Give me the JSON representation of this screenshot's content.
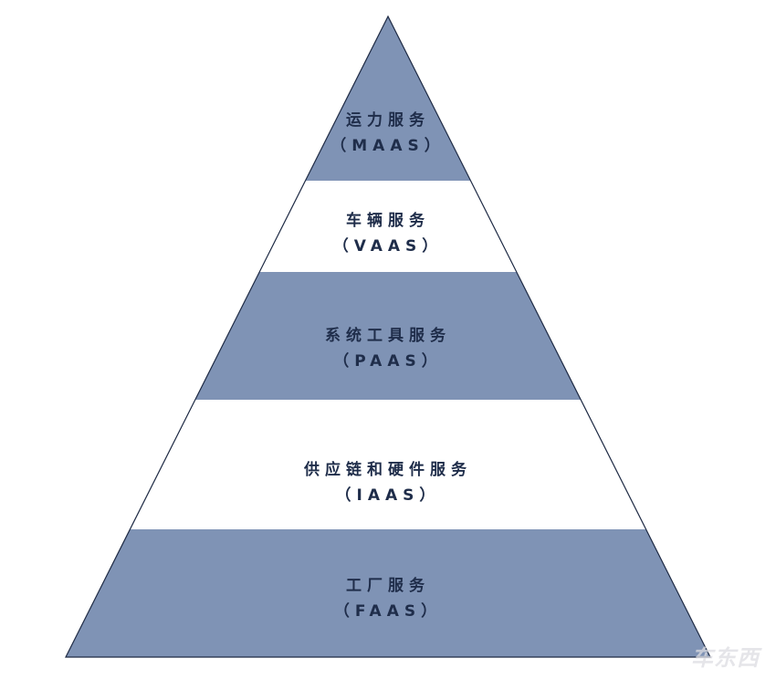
{
  "diagram": {
    "colors": {
      "dark": "#7f93b5",
      "light": "#ffffff",
      "outline": "#1e2a44",
      "text": "#1f2d4a"
    },
    "layers": [
      {
        "name": "运力服务",
        "code": "（MAAS）",
        "fill": "dark"
      },
      {
        "name": "车辆服务",
        "code": "（VAAS）",
        "fill": "light"
      },
      {
        "name": "系统工具服务",
        "code": "（PAAS）",
        "fill": "dark"
      },
      {
        "name": "供应链和硬件服务",
        "code": "（IAAS）",
        "fill": "light"
      },
      {
        "name": "工厂服务",
        "code": "（FAAS）",
        "fill": "dark"
      }
    ]
  },
  "watermark": {
    "text": "车东西"
  }
}
